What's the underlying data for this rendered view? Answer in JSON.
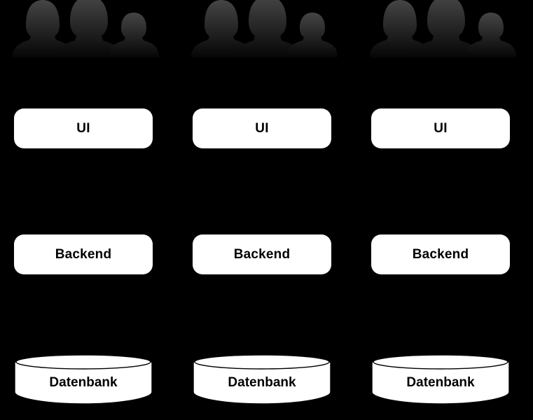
{
  "diagram": {
    "background_color": "#000000",
    "node_fill_color": "#ffffff",
    "node_text_color": "#000000",
    "silhouette_color_top": "#3d3d3d",
    "silhouette_color_bottom": "#050505",
    "columns": [
      {
        "people_label": "users-group",
        "nodes": [
          {
            "label": "UI",
            "shape": "rounded-rect"
          },
          {
            "label": "Backend",
            "shape": "rounded-rect"
          },
          {
            "label": "Datenbank",
            "shape": "cylinder"
          }
        ]
      },
      {
        "people_label": "users-group",
        "nodes": [
          {
            "label": "UI",
            "shape": "rounded-rect"
          },
          {
            "label": "Backend",
            "shape": "rounded-rect"
          },
          {
            "label": "Datenbank",
            "shape": "cylinder"
          }
        ]
      },
      {
        "people_label": "users-group",
        "nodes": [
          {
            "label": "UI",
            "shape": "rounded-rect"
          },
          {
            "label": "Backend",
            "shape": "rounded-rect"
          },
          {
            "label": "Datenbank",
            "shape": "cylinder"
          }
        ]
      }
    ]
  }
}
